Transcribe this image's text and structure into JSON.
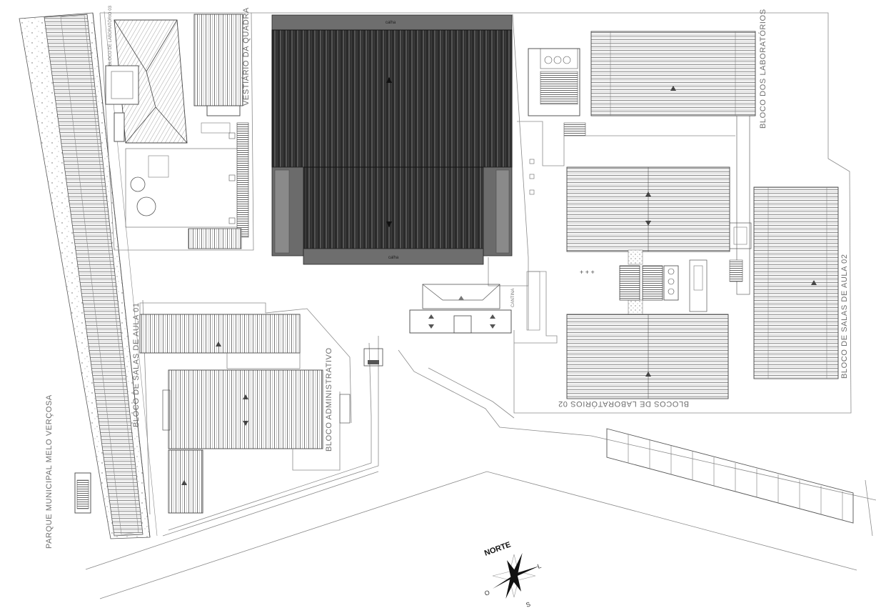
{
  "plan": {
    "labels": {
      "bloco_salas_aula_01": "BLOCO DE SALAS DE AULA 01",
      "bloco_administrativo": "BLOCO ADMINISTRATIVO",
      "bloco_dos_laboratorios": "BLOCO DOS LABORATÓRIOS",
      "bloco_salas_aula_02": "BLOCO DE SALAS DE AULA 02",
      "blocos_laboratorios_02": "BLOCOS DE LABORATÓRIOS 02",
      "vestiario_quadra": "VESTIÁRIO DA QUADRA",
      "parque_municipal": "PARQUE MUNICIPAL  MELO VERÇOSA",
      "bloco_laboratorio_small": "BLOCO DE LABORATÓRIO 03",
      "cantina": "CANTINA",
      "calha_top": "calha",
      "calha_bottom": "calha"
    },
    "compass": {
      "north": "NORTE",
      "east": "L",
      "west": "O",
      "south": "S"
    },
    "colors": {
      "line": "#8a8a8a",
      "dark_roof": "#2b2b2b",
      "grey_fill": "#7a7a7a",
      "hatch": "#555555"
    }
  }
}
